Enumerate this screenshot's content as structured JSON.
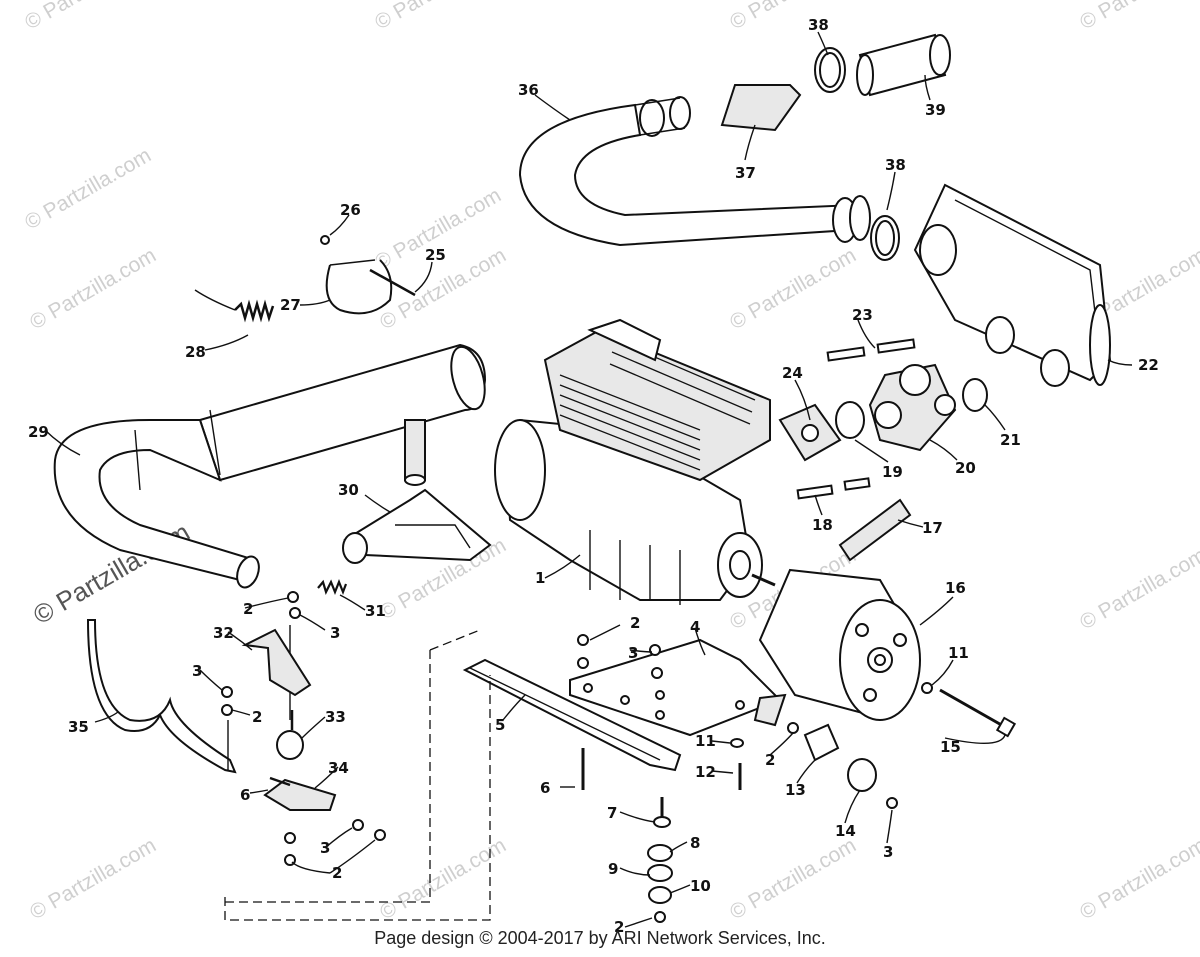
{
  "footer": "Page design © 2004-2017 by ARI Network Services, Inc.",
  "watermark": "© Partzilla.com",
  "callouts": {
    "p1": "1",
    "p2a": "2",
    "p2b": "2",
    "p2c": "2",
    "p2d": "2",
    "p2e": "2",
    "p2f": "2",
    "p3a": "3",
    "p3b": "3",
    "p3c": "3",
    "p3d": "3",
    "p3e": "3",
    "p4": "4",
    "p5": "5",
    "p6a": "6",
    "p6b": "6",
    "p7": "7",
    "p8": "8",
    "p9": "9",
    "p10": "10",
    "p11a": "11",
    "p11b": "11",
    "p12": "12",
    "p13": "13",
    "p14": "14",
    "p15": "15",
    "p16": "16",
    "p17": "17",
    "p18": "18",
    "p19": "19",
    "p20": "20",
    "p21": "21",
    "p22": "22",
    "p23": "23",
    "p24": "24",
    "p25": "25",
    "p26": "26",
    "p27": "27",
    "p28": "28",
    "p29": "29",
    "p30": "30",
    "p31": "31",
    "p32": "32",
    "p33": "33",
    "p34": "34",
    "p35": "35",
    "p36": "36",
    "p37": "37",
    "p38a": "38",
    "p38b": "38",
    "p39": "39"
  }
}
